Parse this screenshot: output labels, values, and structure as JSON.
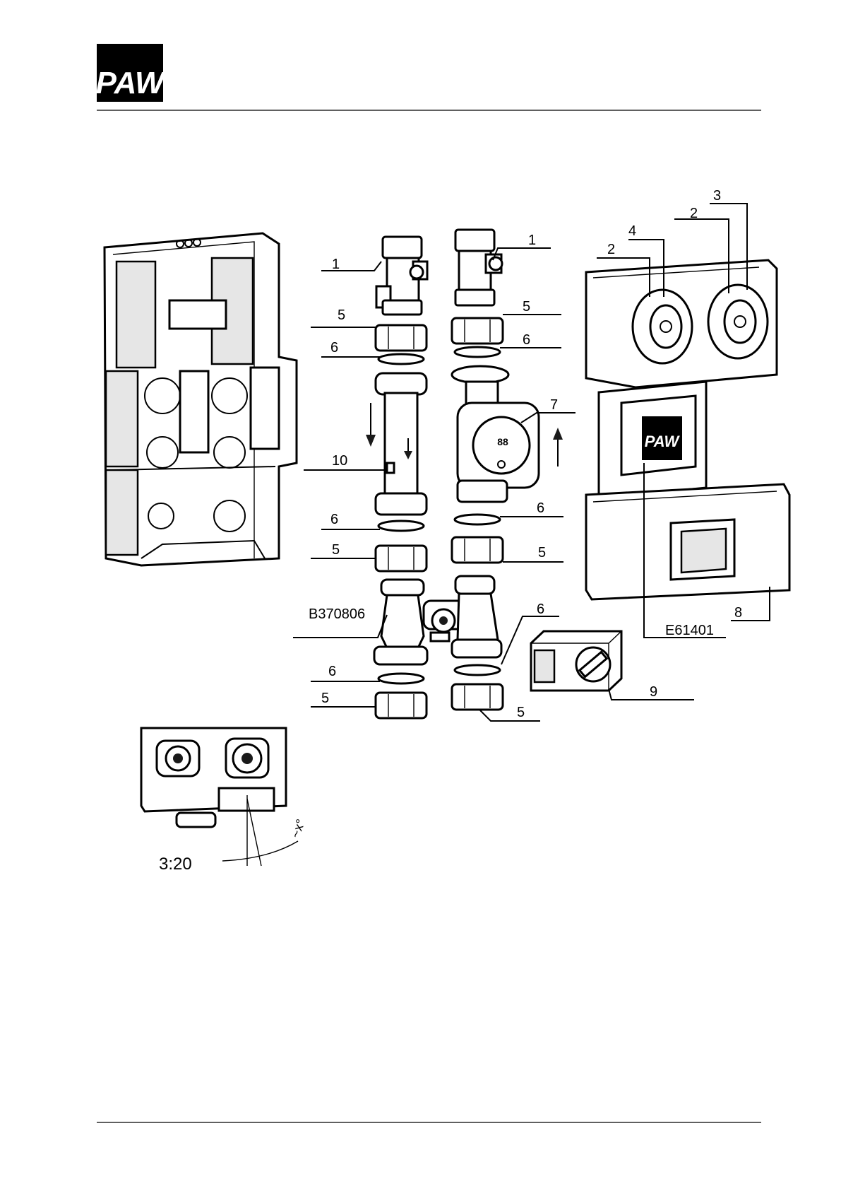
{
  "header": {
    "logo_text": "PAW"
  },
  "callouts": {
    "pos1_left": "1",
    "pos1_right": "1",
    "pos2_a": "2",
    "pos2_b": "2",
    "pos3": "3",
    "pos4": "4",
    "pos5_a": "5",
    "pos5_b": "5",
    "pos5_c": "5",
    "pos5_d": "5",
    "pos5_e": "5",
    "pos5_f": "5",
    "pos6_a": "6",
    "pos6_b": "6",
    "pos6_c": "6",
    "pos6_d": "6",
    "pos6_e": "6",
    "pos6_f": "6",
    "pos7": "7",
    "pos8": "8",
    "pos9": "9",
    "pos10": "10",
    "mixer_code": "B370806",
    "insulation_code": "E61401"
  },
  "detail": {
    "scale": "3:20",
    "angle": "~x°"
  }
}
